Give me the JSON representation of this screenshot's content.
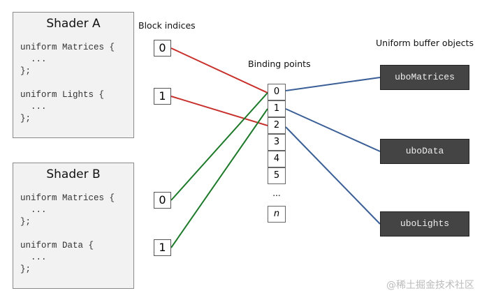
{
  "labels": {
    "block_indices": "Block indices",
    "binding_points": "Binding points",
    "ubos": "Uniform buffer objects",
    "ellipsis": "...",
    "n": "n"
  },
  "shader_a": {
    "title": "Shader A",
    "code": "uniform Matrices {\n  ...\n};\n\nuniform Lights {\n  ...\n};"
  },
  "shader_b": {
    "title": "Shader B",
    "code": "uniform Matrices {\n  ...\n};\n\nuniform Data {\n  ...\n};"
  },
  "block_indices": [
    "0",
    "1",
    "0",
    "1"
  ],
  "binding_points": [
    "0",
    "1",
    "2",
    "3",
    "4",
    "5"
  ],
  "ubos": [
    "uboMatrices",
    "uboData",
    "uboLights"
  ],
  "connections": {
    "shader_a": [
      {
        "block": 0,
        "binding": 0
      },
      {
        "block": 1,
        "binding": 2
      }
    ],
    "shader_b": [
      {
        "block": 0,
        "binding": 0
      },
      {
        "block": 1,
        "binding": 1
      }
    ],
    "ubo": [
      {
        "binding": 0,
        "ubo": "uboMatrices"
      },
      {
        "binding": 1,
        "ubo": "uboData"
      },
      {
        "binding": 2,
        "ubo": "uboLights"
      }
    ]
  },
  "colors": {
    "shader_a_lines": "#c8302c",
    "shader_b_lines": "#1e7a2a",
    "ubo_lines": "#3a5e96",
    "ubo_box": "#444444"
  },
  "watermark": "@稀土掘金技术社区"
}
